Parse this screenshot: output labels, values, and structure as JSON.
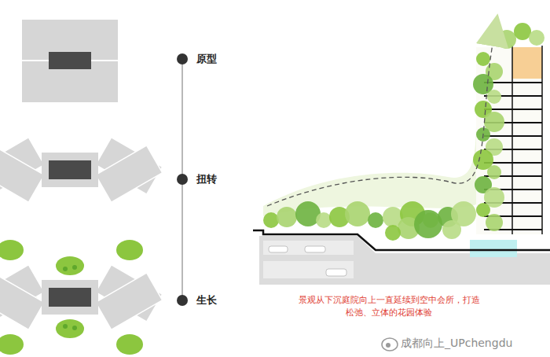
{
  "diagram": {
    "labels": [
      "原型",
      "扭转",
      "生长",
      "景观从下沉庭院向上一直延续到空中会所，打造 松弛、立体的花园体验",
      "成都向上_UPchengdu"
    ]
  }
}
